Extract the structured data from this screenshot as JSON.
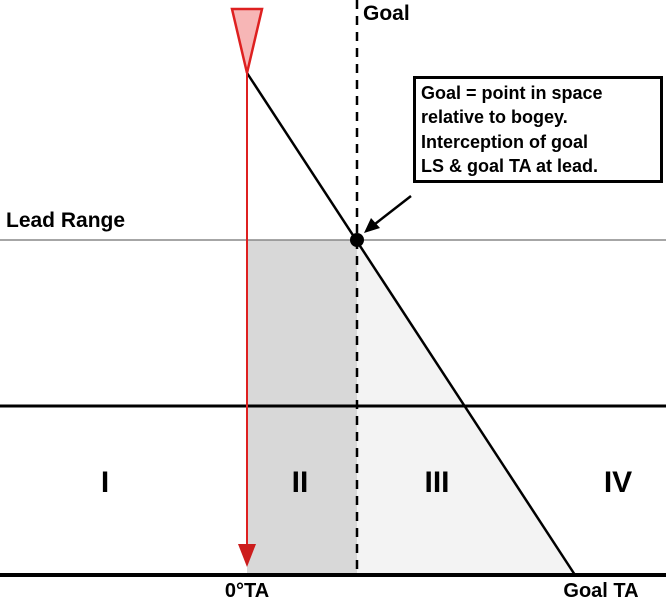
{
  "labels": {
    "goal": "Goal",
    "lead_range": "Lead Range",
    "zero_ta": "0°TA",
    "goal_ta": "Goal TA"
  },
  "regions": [
    "I",
    "II",
    "III",
    "IV"
  ],
  "callout": {
    "text": "Goal = point in space\nrelative to bogey.\nInterception of goal\nLS & goal TA at lead."
  },
  "colors": {
    "red_line": "#de2020",
    "red_arrow_fill_light": "#f7b6b6",
    "red_arrow_fill_solid": "#cc1d1d",
    "region_ii_shading": "#d8d8d8",
    "region_iii_shading": "#f3f3f3",
    "line_black": "#000000",
    "lead_range_line": "#888888",
    "background": "#ffffff"
  }
}
